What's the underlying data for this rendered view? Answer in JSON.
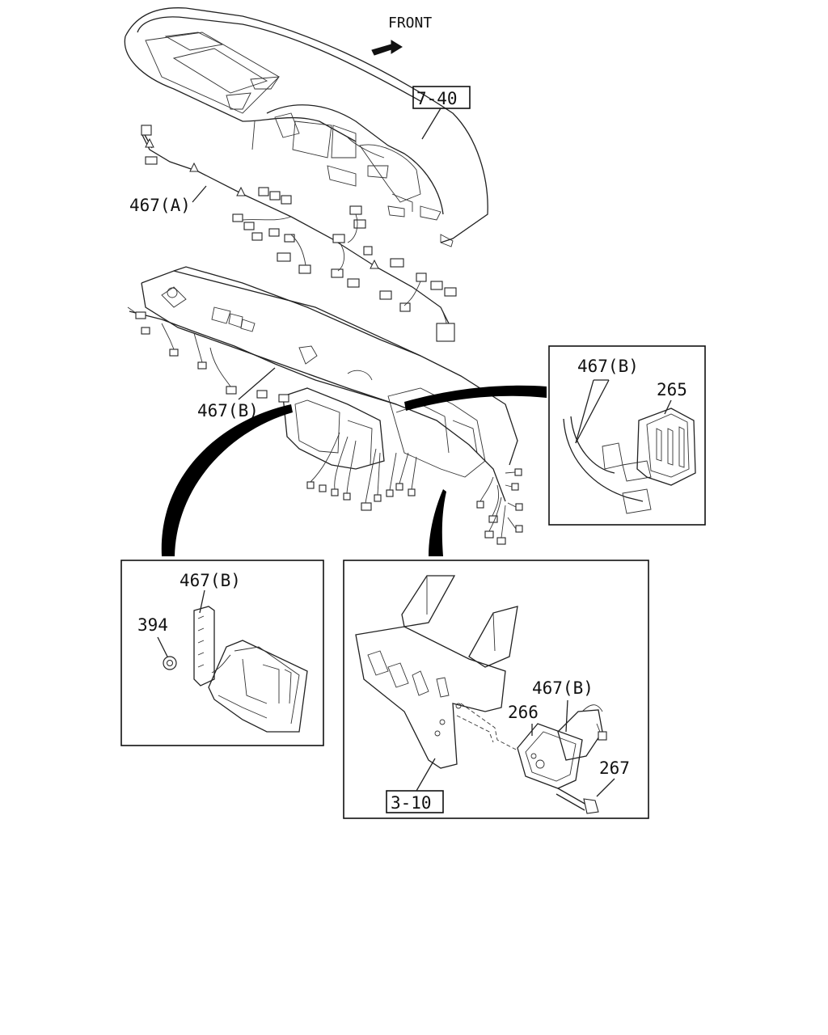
{
  "orientation": {
    "front_label": "FRONT"
  },
  "callouts": {
    "instrument_panel_ref": "7-40",
    "harness_a": "467(A)",
    "harness_b_main": "467(B)",
    "bracket_ref": "3-10"
  },
  "detail_right": {
    "harness_label": "467(B)",
    "unit_label": "265"
  },
  "detail_left": {
    "harness_label": "467(B)",
    "nut_label": "394"
  },
  "detail_bottom": {
    "harness_label": "467(B)",
    "bracket_label": "266",
    "bolt_label": "267",
    "ref_label": "3-10"
  }
}
